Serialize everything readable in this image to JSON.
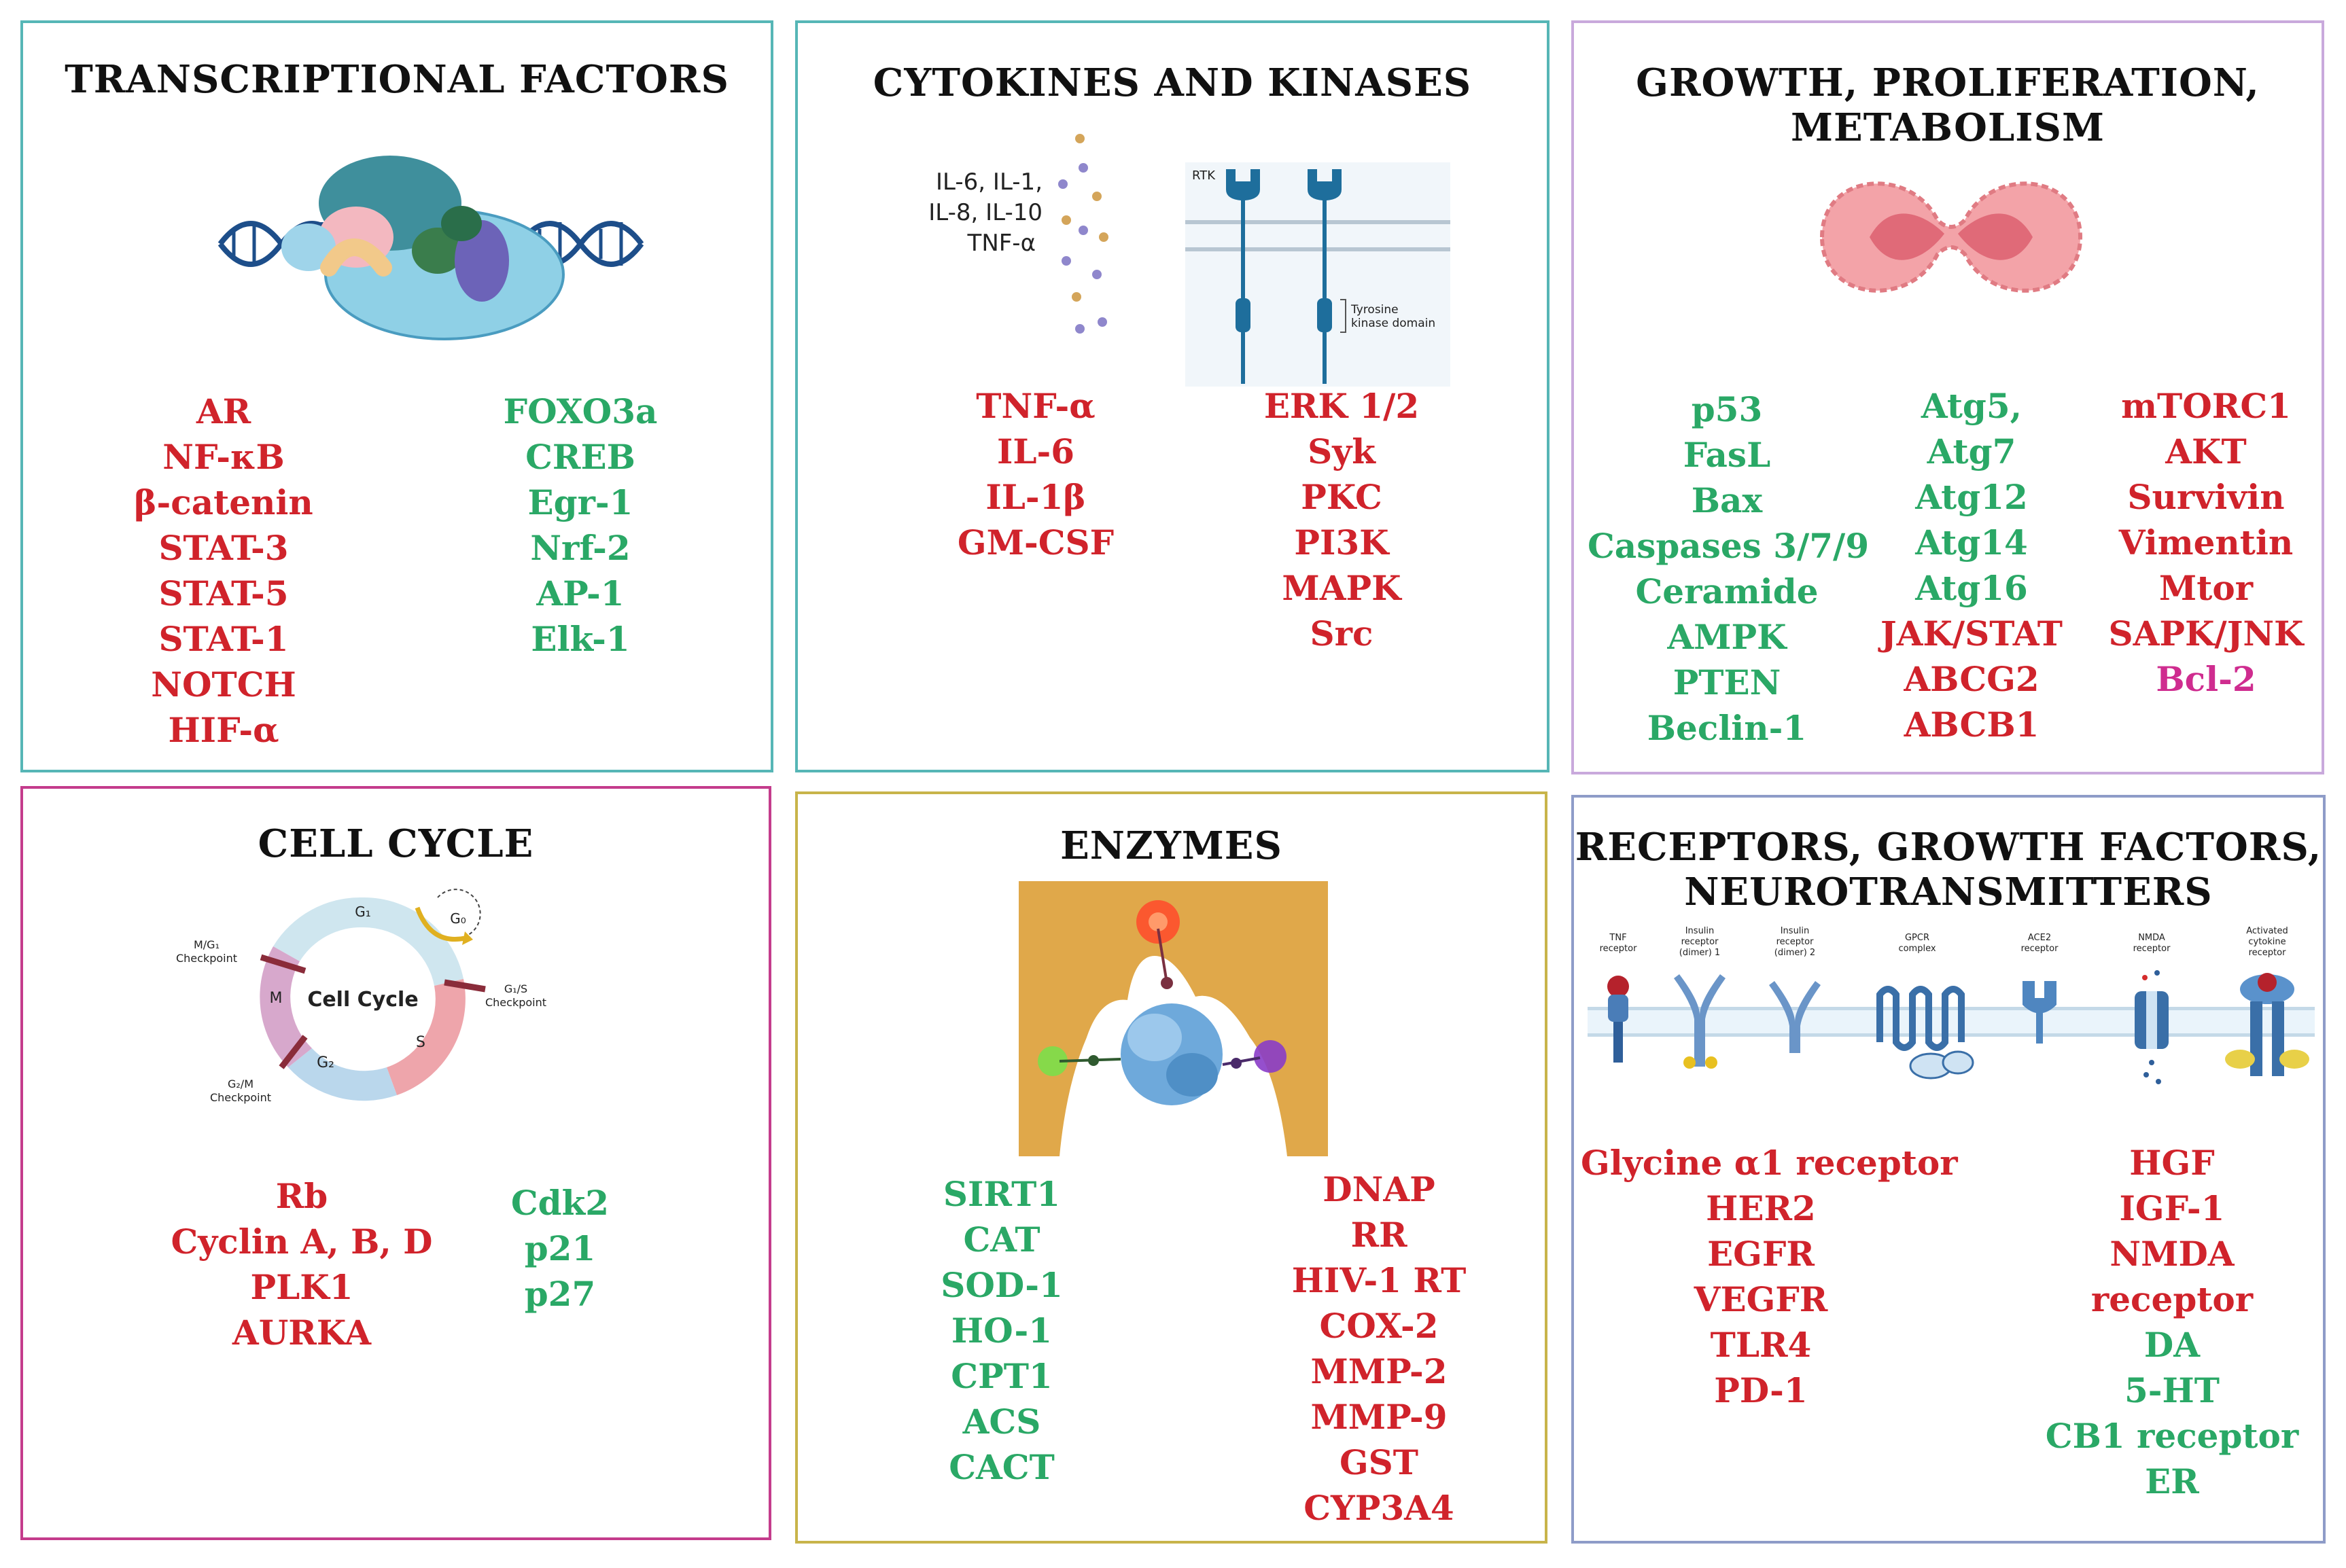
{
  "panels": {
    "tf": {
      "title": [
        "TRANSCRIPTIONAL FACTORS"
      ],
      "red_items": [
        "AR",
        "NF-κB",
        "β-catenin",
        "STAT-3",
        "STAT-5",
        "STAT-1",
        "NOTCH",
        "HIF-α"
      ],
      "green_items": [
        "FOXO3a",
        "CREB",
        "Egr-1",
        "Nrf-2",
        "AP-1",
        "Elk-1"
      ]
    },
    "ck": {
      "title": [
        "CYTOKINES AND KINASES"
      ],
      "illustration": {
        "cytokine_label": [
          "IL-6, IL-1,",
          "IL-8, IL-10",
          "TNF-α"
        ],
        "rtk_label": "RTK",
        "domain_label": [
          "Tyrosine",
          "kinase domain"
        ]
      },
      "red_left": [
        "TNF-α",
        "IL-6",
        "IL-1β",
        "GM-CSF"
      ],
      "red_right": [
        "ERK 1/2",
        "Syk",
        "PKC",
        "PI3K",
        "MAPK",
        "Src"
      ]
    },
    "gpm": {
      "title": [
        "GROWTH, PROLIFERATION,",
        "METABOLISM"
      ],
      "green_items": [
        "p53",
        "FasL",
        "Bax",
        "Caspases 3/7/9",
        "Ceramide",
        "AMPK",
        "PTEN",
        "Beclin-1"
      ],
      "mid_green": [
        "Atg5,",
        "Atg7",
        "Atg12",
        "Atg14",
        "Atg16"
      ],
      "mid_red": [
        "JAK/STAT",
        "ABCG2",
        "ABCB1"
      ],
      "right_red": [
        "mTORC1",
        "AKT",
        "Survivin",
        "Vimentin",
        "Mtor",
        "SAPK/JNK"
      ],
      "right_magenta": [
        "Bcl-2"
      ]
    },
    "cc": {
      "title": [
        "CELL CYCLE"
      ],
      "illustration": {
        "center": "Cell Cycle",
        "g1": "G₁",
        "g0": "G₀",
        "s": "S",
        "g2": "G₂",
        "m": "M",
        "mg1": [
          "M/G₁",
          "Checkpoint"
        ],
        "g1s": [
          "G₁/S",
          "Checkpoint"
        ],
        "g2m": [
          "G₂/M",
          "Checkpoint"
        ]
      },
      "red_items": [
        "Rb",
        "Cyclin A, B, D",
        "PLK1",
        "AURKA"
      ],
      "green_items": [
        "Cdk2",
        "p21",
        "p27"
      ]
    },
    "enz": {
      "title": [
        "ENZYMES"
      ],
      "green_items": [
        "SIRT1",
        "CAT",
        "SOD-1",
        "HO-1",
        "CPT1",
        "ACS",
        "CACT"
      ],
      "red_items": [
        "DNAP",
        "RR",
        "HIV-1 RT",
        "COX-2",
        "MMP-2",
        "MMP-9",
        "GST",
        "CYP3A4"
      ]
    },
    "rec": {
      "title": [
        "RECEPTORS, GROWTH FACTORS,",
        "NEUROTRANSMITTERS"
      ],
      "receptor_labels": [
        [
          "TNF",
          "receptor"
        ],
        [
          "Insulin",
          "receptor",
          "(dimer) 1"
        ],
        [
          "Insulin",
          "receptor",
          "(dimer) 2"
        ],
        [
          "GPCR",
          "complex"
        ],
        [
          "ACE2",
          "receptor"
        ],
        [
          "NMDA",
          "receptor"
        ],
        [
          "Activated",
          "cytokine",
          "receptor"
        ]
      ],
      "red_left": [
        "Glycine α1 receptor",
        "HER2",
        "EGFR",
        "VEGFR",
        "TLR4",
        "PD-1"
      ],
      "red_right": [
        "HGF",
        "IGF-1",
        "NMDA",
        "receptor"
      ],
      "green_right": [
        "DA",
        "5-HT",
        "CB1 receptor",
        "ER"
      ]
    }
  },
  "colors": {
    "red_text": "#d0232b",
    "green_text": "#2aa866",
    "magenta_text": "#cf2c8f",
    "teal_border": "#56b6b6",
    "lavender_border": "#c9a9dc",
    "magenta_border": "#c43c8c",
    "olive_border": "#c8b44a",
    "blue_border": "#8e9cc8"
  }
}
